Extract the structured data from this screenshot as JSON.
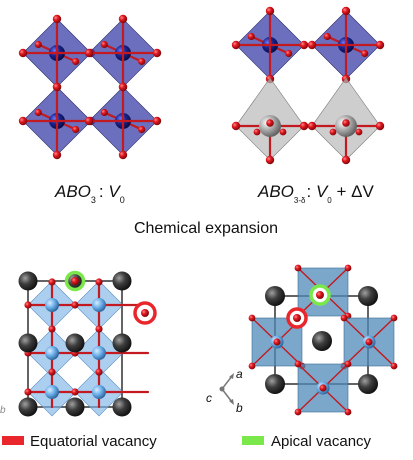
{
  "panel_top_left": {
    "formula_main": "ABO",
    "formula_sub": "3",
    "colon": ": ",
    "v_main": "V",
    "v_sub": "0"
  },
  "panel_top_right": {
    "formula_main": "ABO",
    "formula_sub": "3-δ",
    "colon": ": ",
    "v_main": "V",
    "v_sub": "0",
    "plus": " + ΔV"
  },
  "caption": "Chemical expansion",
  "axes": {
    "a": "a",
    "b": "b",
    "c": "c"
  },
  "legend": {
    "equatorial": "Equatorial vacancy",
    "apical": "Apical vacancy",
    "equatorial_color": "#e8262b",
    "apical_color": "#7ae84a"
  },
  "colors": {
    "octahedron_blue": "#3a3fa8",
    "octahedron_gray": "#b9b9b9",
    "oxygen_red": "#d6111a",
    "light_blue": "#7fb6e8",
    "steel_blue": "#4f89b8",
    "atom_dark": "#3a3a3a"
  }
}
